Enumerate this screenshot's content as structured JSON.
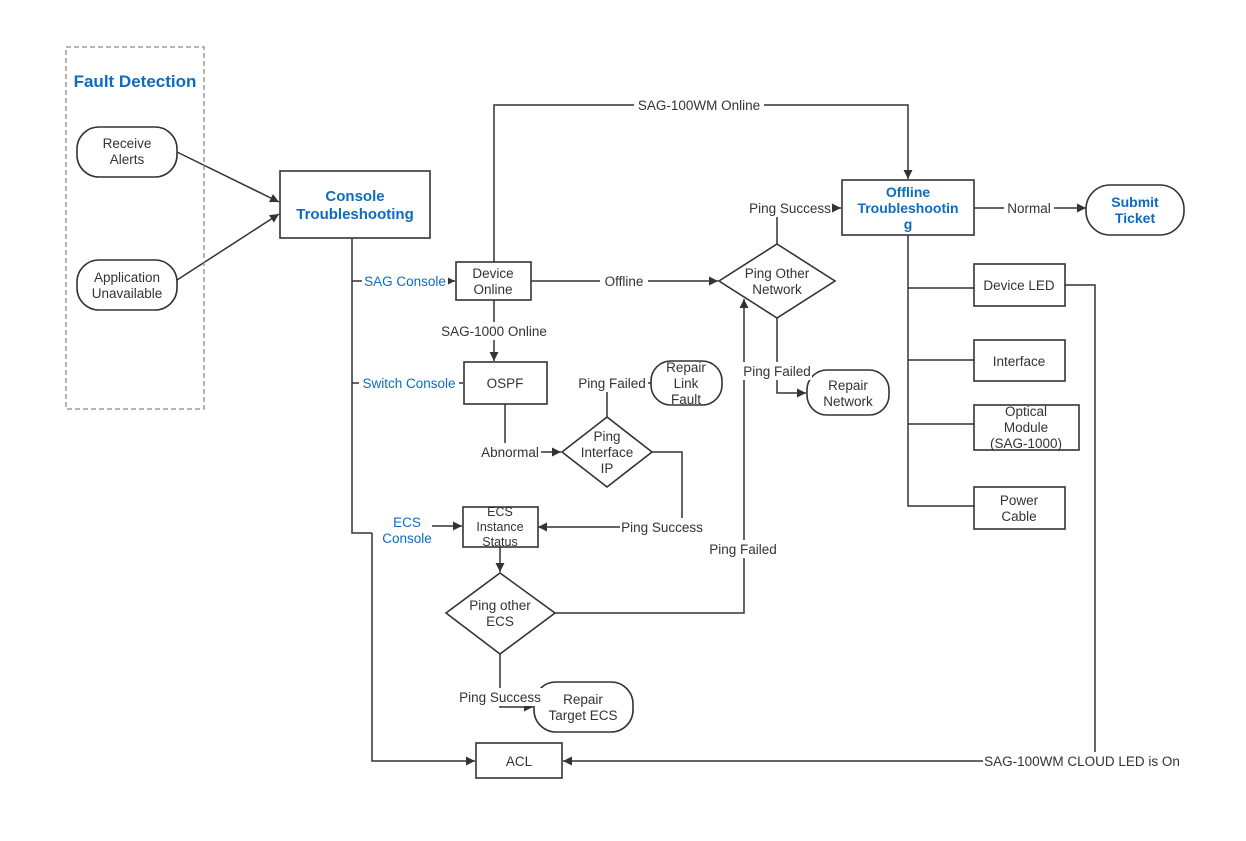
{
  "diagram": {
    "group_title": "Fault Detection",
    "nodes": {
      "receive_alerts": [
        "Receive",
        "Alerts"
      ],
      "application_unavailable": [
        "Application",
        "Unavailable"
      ],
      "console_troubleshooting": [
        "Console",
        "Troubleshooting"
      ],
      "device_online": [
        "Device",
        "Online"
      ],
      "ospf": [
        "OSPF"
      ],
      "repair_link_fault": [
        "Repair",
        "Link",
        "Fault"
      ],
      "ping_interface_ip": [
        "Ping",
        "Interface",
        "IP"
      ],
      "ecs_instance_status": [
        "ECS",
        "Instance",
        "Status"
      ],
      "ping_other_ecs": [
        "Ping other",
        "ECS"
      ],
      "repair_target_ecs": [
        "Repair",
        "Target ECS"
      ],
      "acl": [
        "ACL"
      ],
      "ping_other_network": [
        "Ping Other",
        "Network"
      ],
      "repair_network": [
        "Repair",
        "Network"
      ],
      "offline_troubleshooting": [
        "Offline",
        "Troubleshootin",
        "g"
      ],
      "submit_ticket": [
        "Submit",
        "Ticket"
      ],
      "device_led": [
        "Device LED"
      ],
      "interface": [
        "Interface"
      ],
      "optical_module": [
        "Optical",
        "Module",
        "(SAG-1000)"
      ],
      "power_cable": [
        "Power",
        "Cable"
      ]
    },
    "edge_labels": {
      "sag_console": "SAG Console",
      "switch_console": "Switch Console",
      "ecs_console": [
        "ECS",
        "Console"
      ],
      "sag_100wm_online": "SAG-100WM Online",
      "offline": "Offline",
      "sag_1000_online": "SAG-1000 Online",
      "ping_failed_link": "Ping Failed",
      "abnormal": "Abnormal",
      "ping_success_ecs": "Ping Success",
      "ping_failed_ecs": "Ping Failed",
      "ping_success_target": "Ping Success",
      "ping_success_offline": "Ping Success",
      "ping_failed_network": "Ping Failed",
      "normal": "Normal",
      "cloud_led": "SAG-100WM CLOUD LED is On"
    }
  }
}
